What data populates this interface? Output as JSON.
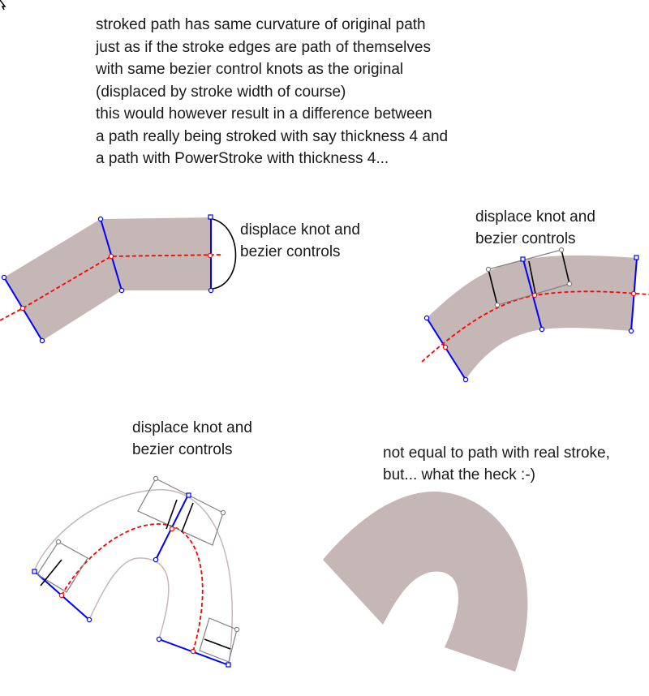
{
  "intro": {
    "lines": [
      "stroked path has same curvature of original path",
      "just as if the stroke edges are path of themselves",
      "with same bezier control knots as the original",
      "(displaced by stroke width of course)",
      "this would however result in a difference between",
      "a path really being stroked with say thickness 4 and",
      "a path with PowerStroke with thickness 4..."
    ]
  },
  "panels": {
    "top_left": {
      "label": [
        "displace knot and",
        "bezier controls"
      ]
    },
    "top_right": {
      "label": [
        "displace knot and",
        "bezier controls"
      ]
    },
    "bottom_left": {
      "label": [
        "displace knot and",
        "bezier controls"
      ]
    },
    "bottom_right": {
      "label": [
        "not equal to path with real stroke,",
        "but... what the heck :-)"
      ]
    }
  },
  "colors": {
    "stroke_fill": "#c6b7b7",
    "knot_line": "#0000ff",
    "path_dashed": "#ff0000",
    "handle_line": "#000000",
    "handle_node": "#808080"
  }
}
